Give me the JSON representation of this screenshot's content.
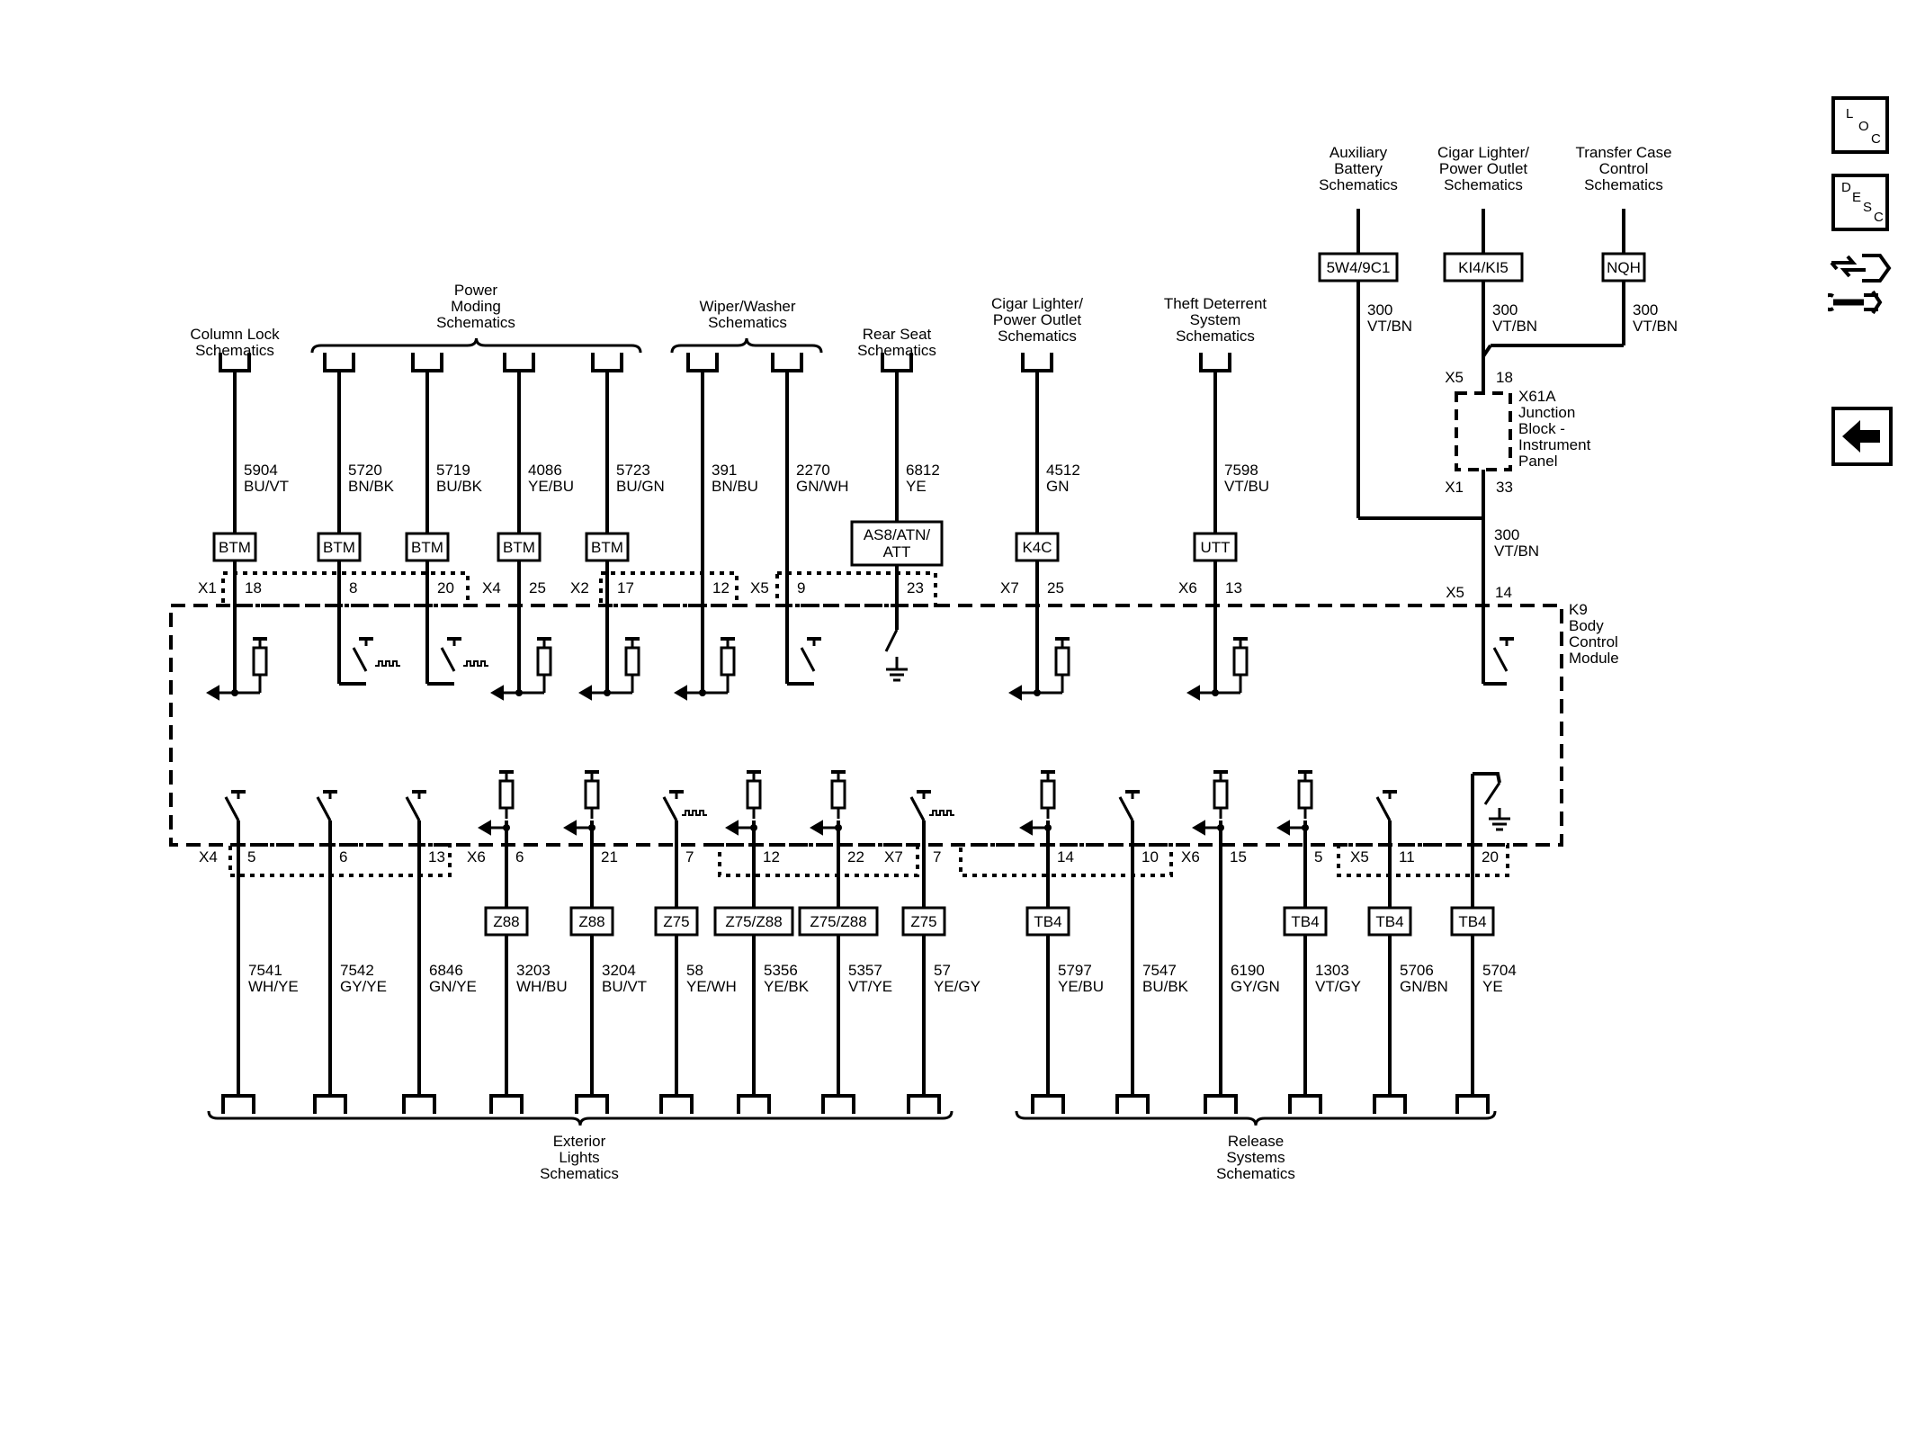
{
  "sidebar": {
    "loc": [
      "L",
      "O",
      "C"
    ],
    "desc": [
      "D",
      "E",
      "S",
      "C"
    ],
    "connector_icon": "connector-wrench-icon",
    "back_icon": "arrow-left-icon"
  },
  "module": {
    "name": [
      "K9",
      "Body",
      "Control",
      "Module"
    ]
  },
  "junction_block": {
    "name": [
      "X61A",
      "Junction",
      "Block -",
      "Instrument",
      "Panel"
    ],
    "top_connector": "X5",
    "top_pin": "18",
    "bottom_connector": "X1",
    "bottom_pin": "33"
  },
  "top_group_labels": [
    {
      "id": "power-moding",
      "lines": [
        "Power",
        "Moding",
        "Schematics"
      ]
    },
    {
      "id": "wiper-washer",
      "lines": [
        "Wiper/Washer",
        "Schematics"
      ]
    }
  ],
  "bottom_group_labels": [
    {
      "id": "exterior-lights",
      "lines": [
        "Exterior",
        "Lights",
        "Schematics"
      ]
    },
    {
      "id": "release-systems",
      "lines": [
        "Release",
        "Systems",
        "Schematics"
      ]
    }
  ],
  "top_circuits": [
    {
      "dest": [
        "Column Lock",
        "Schematics"
      ],
      "circuit": "5904",
      "color": "BU/VT",
      "option": [
        "BTM"
      ],
      "connector": "X1",
      "pin": "18",
      "symbol": "resistor"
    },
    {
      "dest": [],
      "circuit": "5720",
      "color": "BN/BK",
      "option": [
        "BTM"
      ],
      "connector": "",
      "pin": "8",
      "symbol": "switch-pwm"
    },
    {
      "dest": [],
      "circuit": "5719",
      "color": "BU/BK",
      "option": [
        "BTM"
      ],
      "connector": "",
      "pin": "20",
      "symbol": "switch-pwm"
    },
    {
      "dest": [],
      "circuit": "4086",
      "color": "YE/BU",
      "option": [
        "BTM"
      ],
      "connector": "X4",
      "pin": "25",
      "symbol": "resistor"
    },
    {
      "dest": [],
      "circuit": "5723",
      "color": "BU/GN",
      "option": [
        "BTM"
      ],
      "connector": "X2",
      "pin": "17",
      "symbol": "resistor"
    },
    {
      "dest": [],
      "circuit": "391",
      "color": "BN/BU",
      "option": [],
      "connector": "",
      "pin": "12",
      "symbol": "resistor"
    },
    {
      "dest": [],
      "circuit": "2270",
      "color": "GN/WH",
      "option": [],
      "connector": "X5",
      "pin": "9",
      "symbol": "switch"
    },
    {
      "dest": [
        "Rear Seat",
        "Schematics"
      ],
      "circuit": "6812",
      "color": "YE",
      "option": [
        "AS8/ATN/",
        "ATT"
      ],
      "connector": "",
      "pin": "23",
      "symbol": "ground-switch"
    },
    {
      "dest": [
        "Cigar Lighter/",
        "Power Outlet",
        "Schematics"
      ],
      "circuit": "4512",
      "color": "GN",
      "option": [
        "K4C"
      ],
      "connector": "X7",
      "pin": "25",
      "symbol": "resistor"
    },
    {
      "dest": [
        "Theft Deterrent",
        "System",
        "Schematics"
      ],
      "circuit": "7598",
      "color": "VT/BU",
      "option": [
        "UTT"
      ],
      "connector": "X6",
      "pin": "13",
      "symbol": "resistor"
    }
  ],
  "feed_circuits": [
    {
      "dest": [
        "Auxiliary",
        "Battery",
        "Schematics"
      ],
      "option": "5W4/9C1",
      "circuit": "300",
      "color": "VT/BN"
    },
    {
      "dest": [
        "Cigar Lighter/",
        "Power Outlet",
        "Schematics"
      ],
      "option": "KI4/KI5",
      "circuit": "300",
      "color": "VT/BN"
    },
    {
      "dest": [
        "Transfer Case",
        "Control",
        "Schematics"
      ],
      "option": "NQH",
      "circuit": "300",
      "color": "VT/BN"
    }
  ],
  "feed_output": {
    "circuit": "300",
    "color": "VT/BN",
    "connector": "X5",
    "pin": "14"
  },
  "bottom_circuits": [
    {
      "circuit": "7541",
      "color": "WH/YE",
      "option": "",
      "connector": "X4",
      "pin": "5",
      "symbol": "switch"
    },
    {
      "circuit": "7542",
      "color": "GY/YE",
      "option": "",
      "connector": "",
      "pin": "6",
      "symbol": "switch"
    },
    {
      "circuit": "6846",
      "color": "GN/YE",
      "option": "",
      "connector": "",
      "pin": "13",
      "symbol": "switch"
    },
    {
      "circuit": "3203",
      "color": "WH/BU",
      "option": "Z88",
      "connector": "X6",
      "pin": "6",
      "symbol": "resistor"
    },
    {
      "circuit": "3204",
      "color": "BU/VT",
      "option": "Z88",
      "connector": "",
      "pin": "21",
      "symbol": "resistor"
    },
    {
      "circuit": "58",
      "color": "YE/WH",
      "option": "Z75",
      "connector": "",
      "pin": "7",
      "symbol": "switch-pwm"
    },
    {
      "circuit": "5356",
      "color": "YE/BK",
      "option": "Z75/Z88",
      "connector": "",
      "pin": "12",
      "symbol": "resistor"
    },
    {
      "circuit": "5357",
      "color": "VT/YE",
      "option": "Z75/Z88",
      "connector": "",
      "pin": "22",
      "symbol": "resistor"
    },
    {
      "circuit": "57",
      "color": "YE/GY",
      "option": "Z75",
      "connector": "X7",
      "pin": "7",
      "symbol": "switch-pwm"
    },
    {
      "circuit": "5797",
      "color": "YE/BU",
      "option": "TB4",
      "connector": "",
      "pin": "14",
      "symbol": "resistor"
    },
    {
      "circuit": "7547",
      "color": "BU/BK",
      "option": "",
      "connector": "",
      "pin": "10",
      "symbol": "switch"
    },
    {
      "circuit": "6190",
      "color": "GY/GN",
      "option": "",
      "connector": "X6",
      "pin": "15",
      "symbol": "resistor"
    },
    {
      "circuit": "1303",
      "color": "VT/GY",
      "option": "TB4",
      "connector": "",
      "pin": "5",
      "symbol": "resistor"
    },
    {
      "circuit": "5706",
      "color": "GN/BN",
      "option": "TB4",
      "connector": "X5",
      "pin": "11",
      "symbol": "switch"
    },
    {
      "circuit": "5704",
      "color": "YE",
      "option": "TB4",
      "connector": "",
      "pin": "20",
      "symbol": "ground-switch"
    }
  ]
}
